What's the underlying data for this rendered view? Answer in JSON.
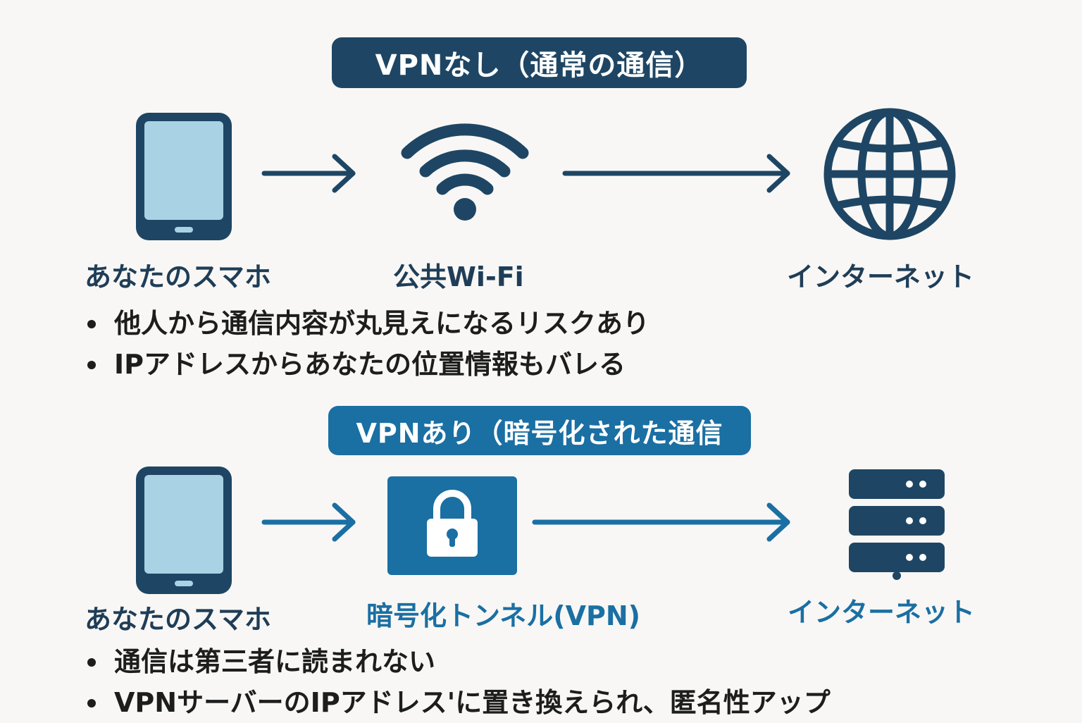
{
  "top": {
    "title": "VPNなし（通常の通信）",
    "labels": {
      "phone": "あなたのスマホ",
      "wifi": "公共Wi-Fi",
      "internet": "インターネット"
    },
    "bullets": [
      "他人から通信内容が丸見えになるリスクあり",
      "IPアドレスからあなたの位置情報もバレる"
    ]
  },
  "bottom": {
    "title": "VPNあり（暗号化された通信",
    "labels": {
      "phone": "あなたのスマホ",
      "tunnel": "暗号化トンネル(VPN)",
      "internet": "インターネット"
    },
    "bullets": [
      "通信は第三者に読まれない",
      "VPNサーバーのIPアドレス'に置き換えられ、匿名性アップ"
    ]
  },
  "colors": {
    "dark": "#1e4664",
    "blue": "#1a6fa3",
    "screen": "#a9d3e4",
    "background": "#f8f7f5"
  },
  "icons": [
    "smartphone-icon",
    "wifi-icon",
    "globe-icon",
    "lock-icon",
    "server-icon",
    "arrow-right-icon"
  ]
}
